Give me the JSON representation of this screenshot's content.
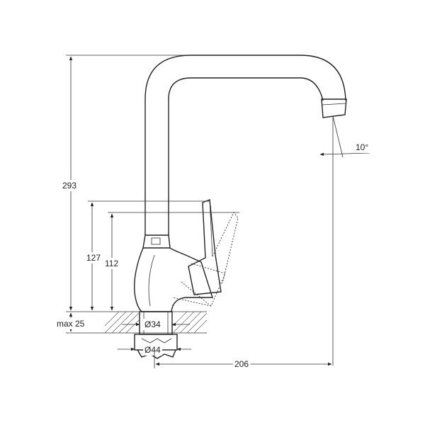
{
  "dimensions": {
    "height_total": "293",
    "height_lever": "127",
    "height_body": "112",
    "mount_thickness": "max 25",
    "spout_reach": "206",
    "spout_angle": "10°",
    "shank_diameter": "Ø34",
    "nut_diameter": "Ø44"
  },
  "colors": {
    "line": "#222222",
    "background": "#ffffff"
  }
}
